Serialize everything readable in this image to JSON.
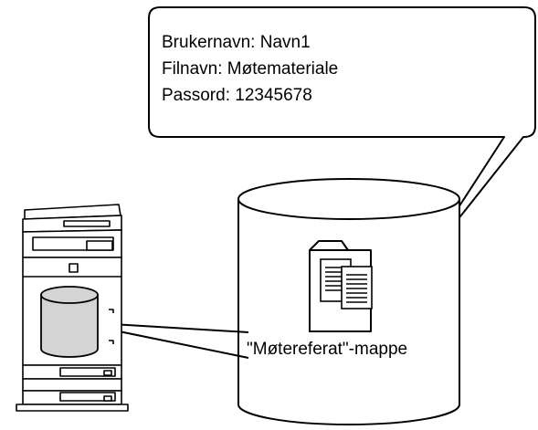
{
  "callout": {
    "lines": [
      "Brukernavn: Navn1",
      "Filnavn: Møtemateriale",
      "Passord: 12345678"
    ]
  },
  "server": {
    "folder_label": "\"Møtereferat\"-mappe",
    "folder_icon": "folder-with-documents-icon"
  },
  "device": {
    "icon": "multifunction-printer-icon",
    "storage_icon": "hard-disk-cylinder-icon"
  },
  "colors": {
    "line": "#000000",
    "device_storage_fill": "#d4d4d4",
    "background": "#ffffff"
  }
}
